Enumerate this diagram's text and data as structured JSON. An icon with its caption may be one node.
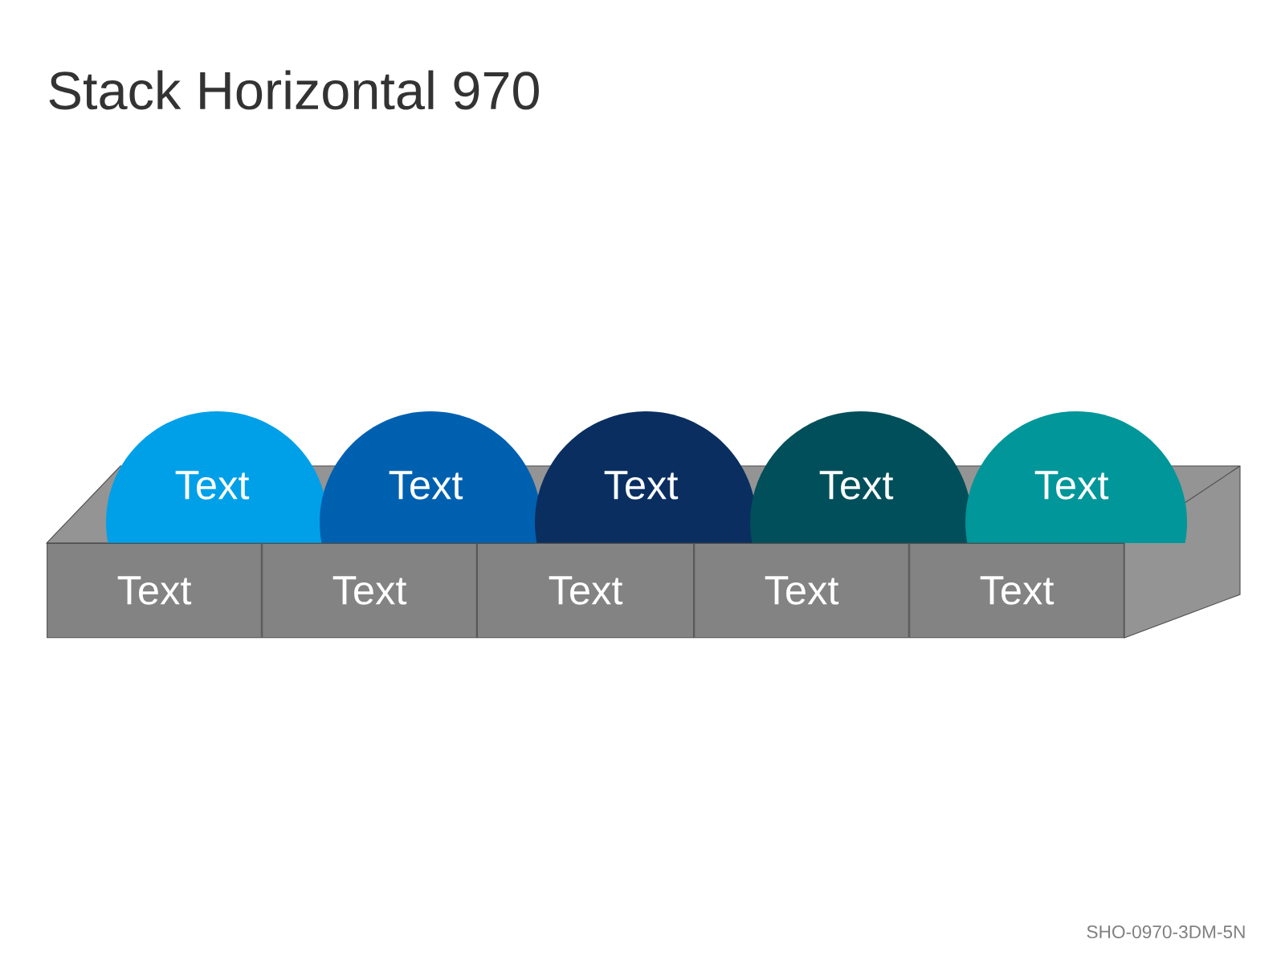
{
  "diagram": {
    "title": "Stack Horizontal 970",
    "nodes": [
      {
        "text": [
          "Text"
        ]
      },
      {
        "text": [
          "Text"
        ]
      },
      {
        "text": [
          "Text"
        ]
      },
      {
        "text": [
          "Text"
        ]
      },
      {
        "text": [
          "Text"
        ]
      },
      {
        "text": [
          "Text"
        ]
      },
      {
        "text": [
          "Text"
        ]
      },
      {
        "text": [
          "Text"
        ]
      },
      {
        "text": [
          "Text"
        ]
      },
      {
        "text": [
          "Text"
        ]
      }
    ],
    "labels": [
      "SHO-0970-3DM-5N"
    ]
  }
}
